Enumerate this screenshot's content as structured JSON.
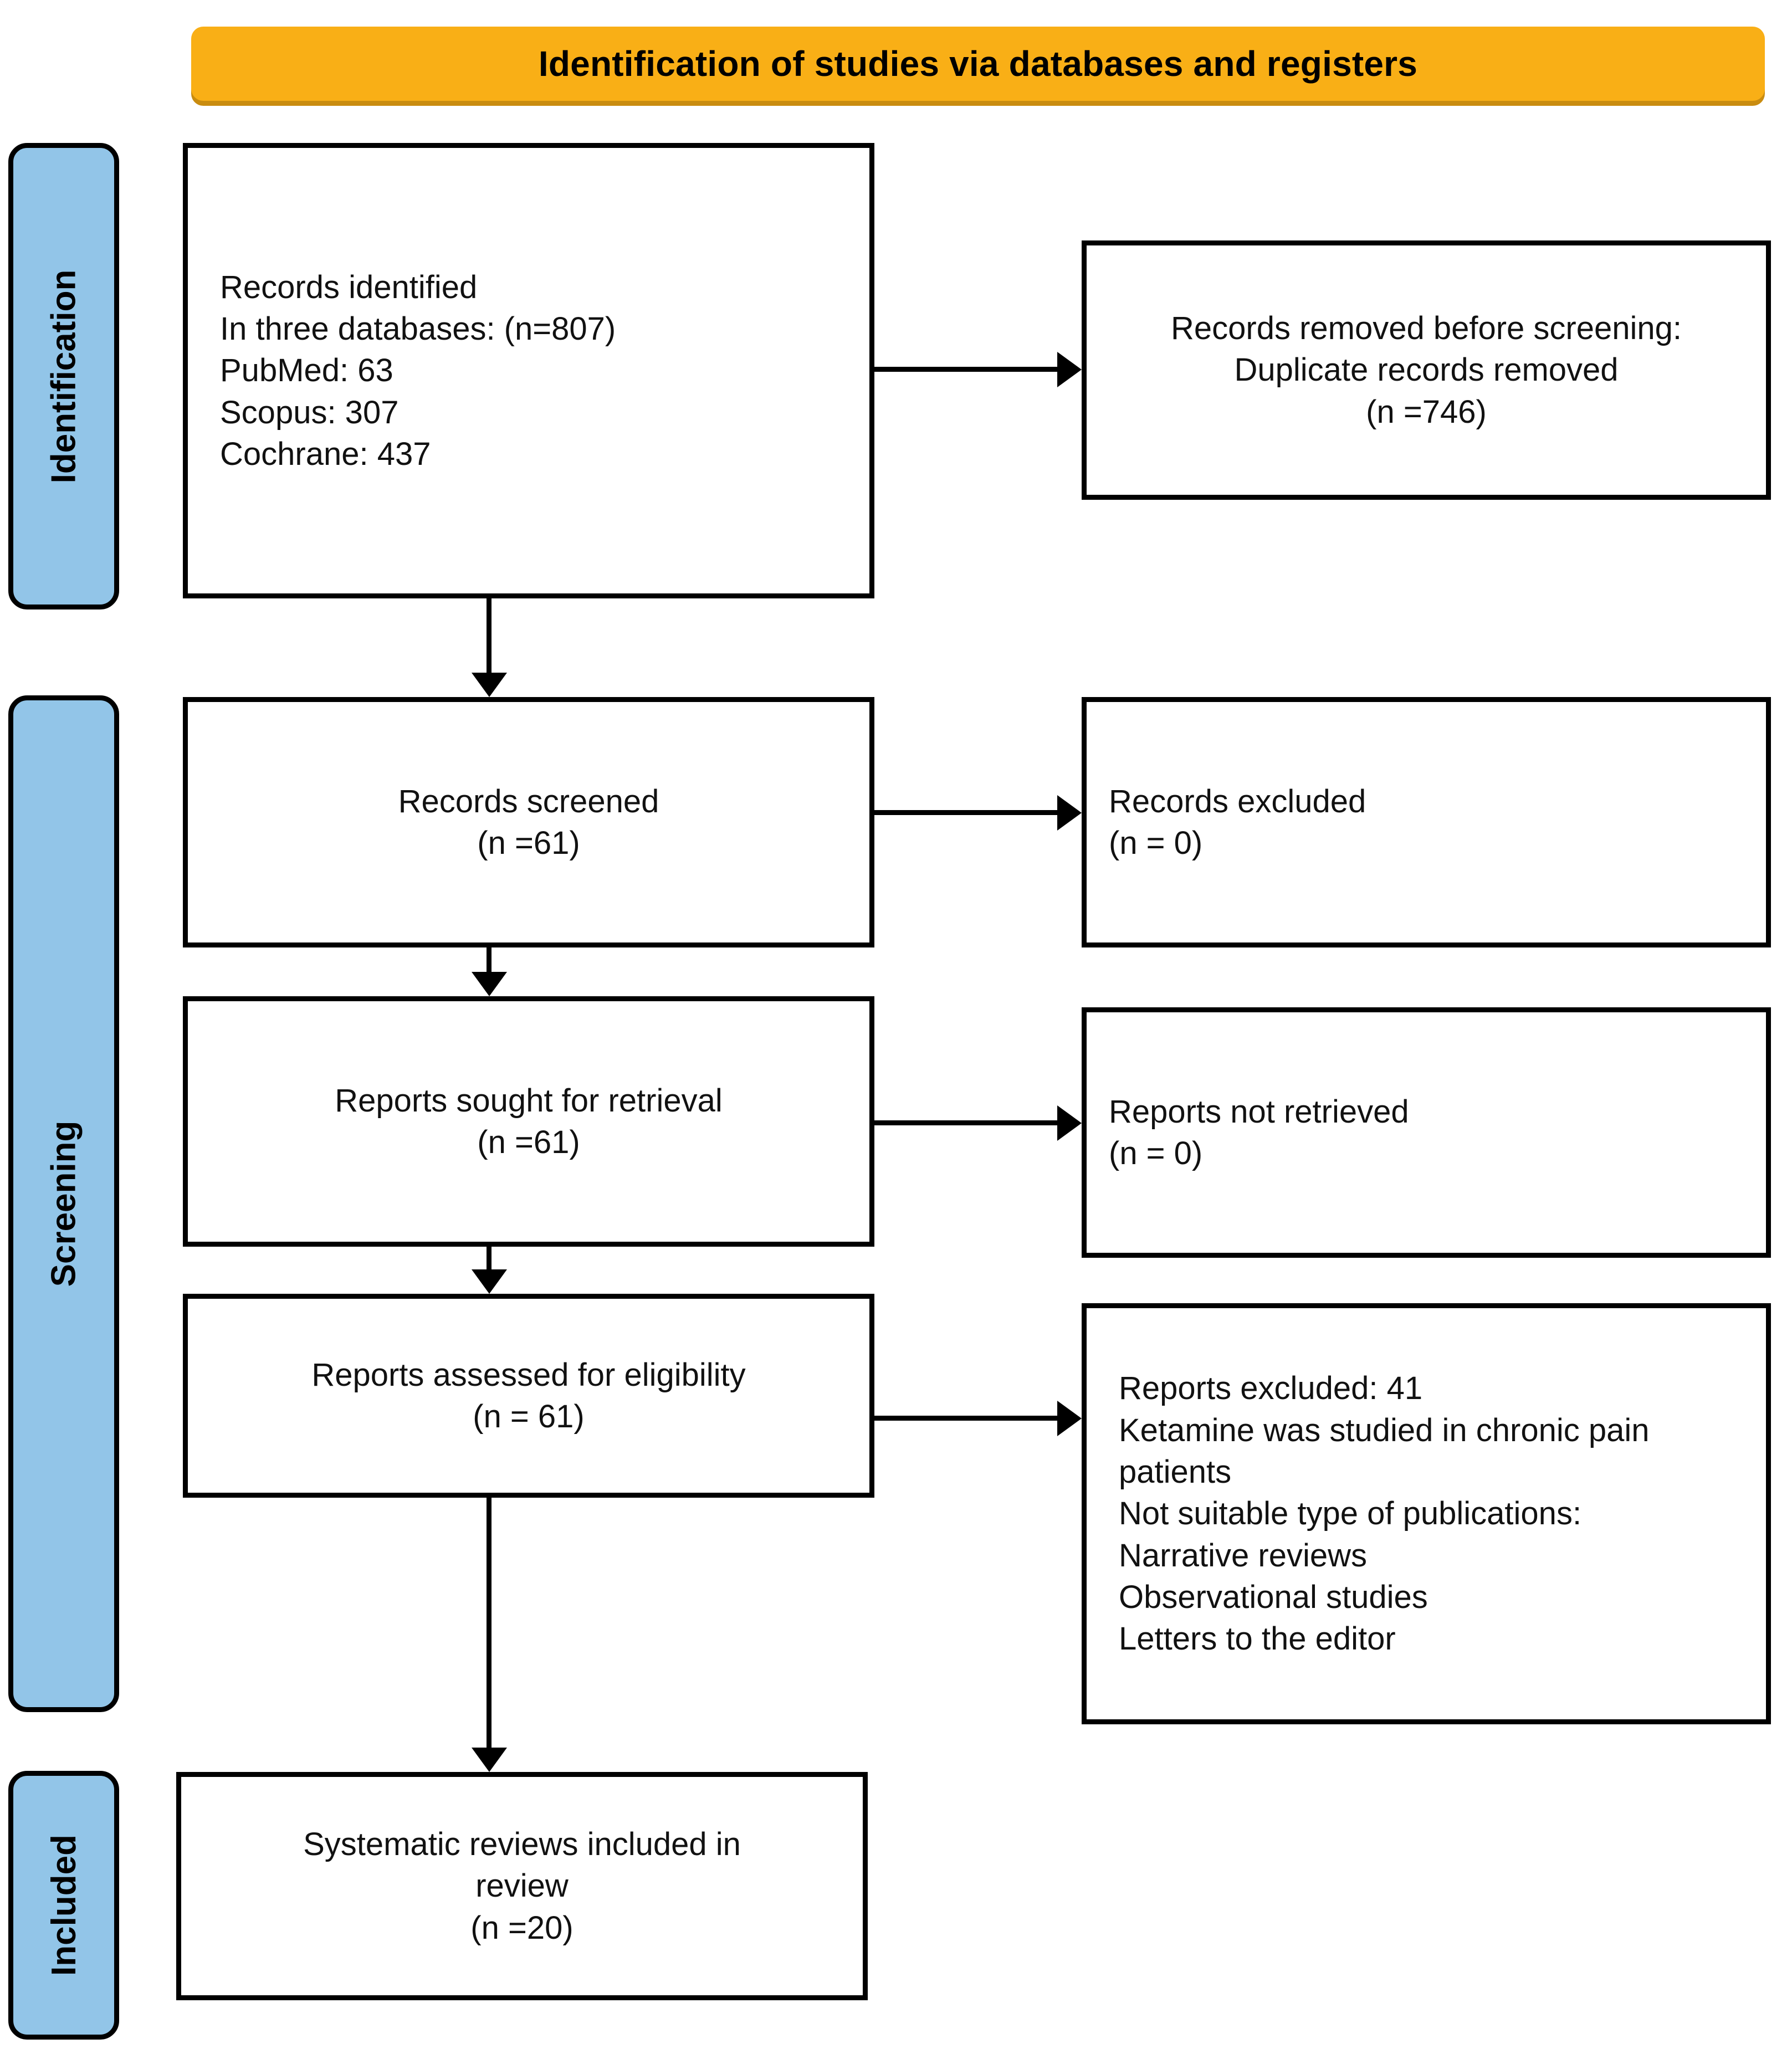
{
  "banner": {
    "title": "Identification of studies via databases and registers"
  },
  "phases": [
    {
      "id": "identification",
      "label": "Identification"
    },
    {
      "id": "screening",
      "label": "Screening"
    },
    {
      "id": "included",
      "label": "Included"
    }
  ],
  "boxes": {
    "identified": {
      "lines": [
        "Records identified",
        "In three databases: (n=807)",
        "PubMed: 63",
        "Scopus: 307",
        "Cochrane: 437"
      ]
    },
    "removed": {
      "lines": [
        "Records removed before screening:",
        "Duplicate records removed",
        "(n =746)"
      ]
    },
    "screened": {
      "lines": [
        "Records screened",
        "(n =61)"
      ]
    },
    "excluded": {
      "lines": [
        "Records excluded",
        "(n = 0)"
      ]
    },
    "sought": {
      "lines": [
        "Reports sought for retrieval",
        "(n =61)"
      ]
    },
    "notretrieved": {
      "lines": [
        "Reports not retrieved",
        "(n = 0)"
      ]
    },
    "eligibility": {
      "lines": [
        "Reports assessed for eligibility",
        "(n = 61)"
      ]
    },
    "repexcluded": {
      "lines": [
        "Reports excluded: 41",
        "Ketamine was studied in chronic pain",
        "patients",
        "Not suitable type of publications:",
        "Narrative reviews",
        "Observational studies",
        "Letters to the editor"
      ]
    },
    "included": {
      "lines": [
        "Systematic reviews included in",
        "review",
        "(n =20)"
      ]
    }
  },
  "colors": {
    "banner_fill": "#F9AF16",
    "banner_shadow": "#C98C10",
    "phase_fill": "#92C5E8",
    "stroke": "#000000",
    "box_fill": "#FFFFFF"
  }
}
